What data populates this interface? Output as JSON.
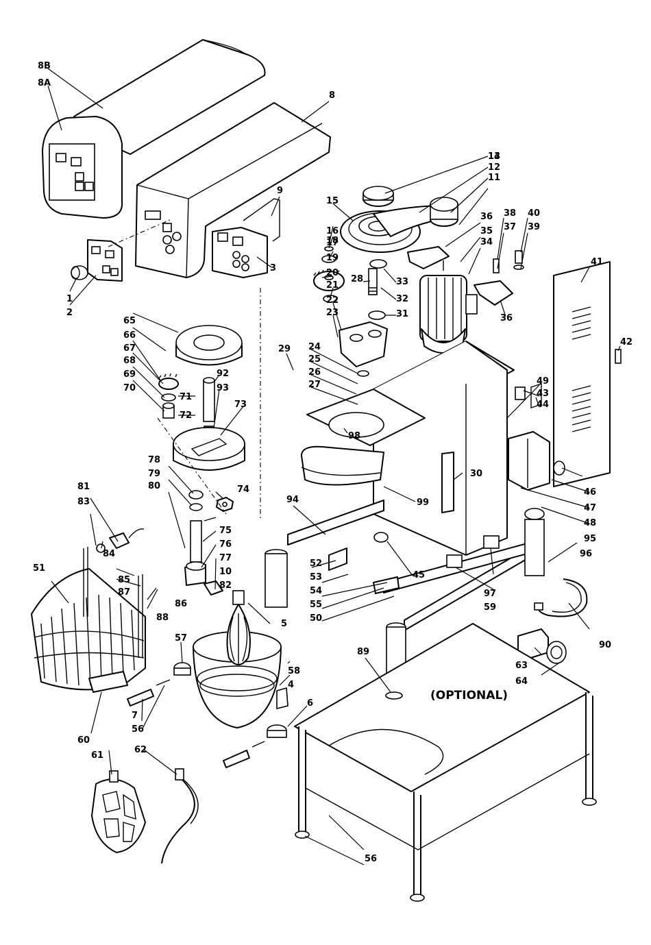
{
  "optional_label": "(OPTIONAL)",
  "callouts": [
    "8B",
    "8A",
    "8",
    "9",
    "3",
    "1",
    "2",
    "14",
    "13",
    "12",
    "11",
    "15",
    "16",
    "17",
    "18",
    "19",
    "20",
    "21",
    "22",
    "23",
    "28",
    "33",
    "32",
    "31",
    "36",
    "35",
    "34",
    "38",
    "37",
    "40",
    "39",
    "36",
    "41",
    "42",
    "65",
    "66",
    "67",
    "68",
    "69",
    "70",
    "71",
    "72",
    "92",
    "93",
    "73",
    "29",
    "24",
    "25",
    "26",
    "27",
    "98",
    "49",
    "43",
    "44",
    "30",
    "99",
    "94",
    "78",
    "79",
    "80",
    "74",
    "75",
    "76",
    "77",
    "10",
    "82",
    "81",
    "83",
    "84",
    "85",
    "87",
    "86",
    "88",
    "51",
    "52",
    "53",
    "54",
    "55",
    "50",
    "45",
    "46",
    "47",
    "48",
    "95",
    "96",
    "97",
    "59",
    "5",
    "57",
    "58",
    "4",
    "6",
    "7",
    "56",
    "89",
    "60",
    "61",
    "62",
    "63",
    "64",
    "90",
    "56"
  ]
}
